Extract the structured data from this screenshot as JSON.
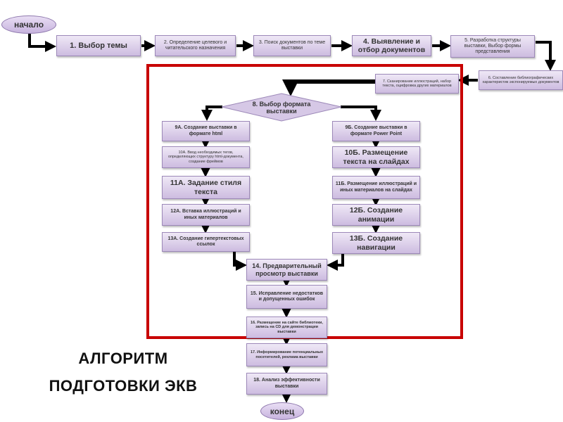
{
  "start": "начало",
  "end": "конец",
  "steps": {
    "s1": "1. Выбор темы",
    "s2": "2. Определение целевого и читательского назначения",
    "s3": "3. Поиск документов по теме выставки",
    "s4": "4. Выявление и отбор документов",
    "s5": "5. Разработка структуры выставки, Выбор формы представления",
    "s6": "6. Составление библиографических характеристик экспонируемых документов",
    "s7": "7. Сканирование иллюстраций, набор текста, оцифровка других материалов",
    "s8": "8. Выбор формата выставки",
    "s9a": "9А. Создание выставки в формате html",
    "s10a": "10А. Ввод необходимых тегов, определяющих структуру html-документа, создание фреймов",
    "s11a": "11А. Задание стиля текста",
    "s12a": "12А. Вставка иллюстраций и иных материалов",
    "s13a": "13А. Создание гипертекстовых ссылок",
    "s9b": "9Б. Создание выставки в формате Power Point",
    "s10b": "10Б. Размещение текста на слайдах",
    "s11b": "11Б. Размещение иллюстраций и иных материалов на слайдах",
    "s12b": "12Б. Создание анимации",
    "s13b": "13Б. Создание навигации",
    "s14": "14. Предварительный просмотр выставки",
    "s15": "15. Исправление недостатков и допущенных ошибок",
    "s16": "16. Размещение на сайте библиотеки, запись на CD для демонстрации выставки",
    "s17": "17. Информирование потенциальных посетителей, реклама выставки",
    "s18": "18. Анализ эффективности выставки"
  },
  "title_line1": "АЛГОРИТМ",
  "title_line2": "ПОДГОТОВКИ ЭКВ",
  "colors": {
    "frame": "#c80000",
    "box": "#cdbce0"
  }
}
